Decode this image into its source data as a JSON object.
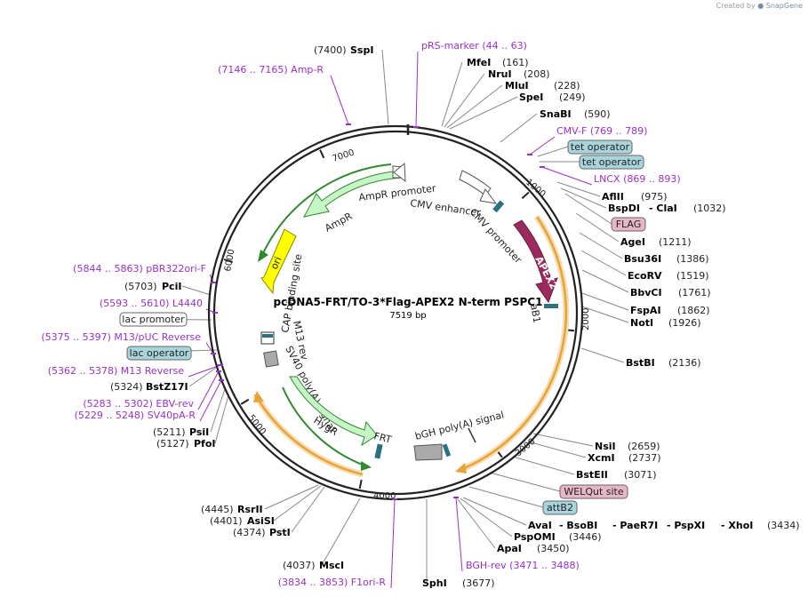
{
  "credit": {
    "prefix": "Created by",
    "brand": "SnapGene"
  },
  "plasmid": {
    "name": "pcDNA5-FRT/TO-3*Flag-APEX2 N-term PSPC1",
    "length": "7519 bp"
  },
  "ticks": [
    "1000",
    "2000",
    "3000",
    "4000",
    "5000",
    "6000",
    "7000"
  ],
  "sites": [
    {
      "name": "SspI",
      "pos": "(7400)"
    },
    {
      "name": "MfeI",
      "pos": "(161)"
    },
    {
      "name": "NruI",
      "pos": "(208)"
    },
    {
      "name": "MluI",
      "pos": "(228)"
    },
    {
      "name": "SpeI",
      "pos": "(249)"
    },
    {
      "name": "SnaBI",
      "pos": "(590)"
    },
    {
      "name": "AflII",
      "pos": "(975)"
    },
    {
      "name": "BspDI",
      "pos": ""
    },
    {
      "name": "- ClaI",
      "pos": "(1032)"
    },
    {
      "name": "AgeI",
      "pos": "(1211)"
    },
    {
      "name": "Bsu36I",
      "pos": "(1386)"
    },
    {
      "name": "EcoRV",
      "pos": "(1519)"
    },
    {
      "name": "BbvCI",
      "pos": "(1761)"
    },
    {
      "name": "FspAI",
      "pos": "(1862)"
    },
    {
      "name": "NotI",
      "pos": "(1926)"
    },
    {
      "name": "BstBI",
      "pos": "(2136)"
    },
    {
      "name": "NsiI",
      "pos": "(2659)"
    },
    {
      "name": "XcmI",
      "pos": "(2737)"
    },
    {
      "name": "BstEII",
      "pos": "(3071)"
    },
    {
      "name": "AvaI",
      "pos": ""
    },
    {
      "name": "- BsoBI",
      "pos": ""
    },
    {
      "name": "- PaeR7I",
      "pos": ""
    },
    {
      "name": "- PspXI",
      "pos": ""
    },
    {
      "name": "- XhoI",
      "pos": "(3434)"
    },
    {
      "name": "PspOMI",
      "pos": "(3446)"
    },
    {
      "name": "ApaI",
      "pos": "(3450)"
    },
    {
      "name": "SphI",
      "pos": "(3677)"
    },
    {
      "name": "MscI",
      "pos": "(4037)"
    },
    {
      "name": "PstI",
      "pos": "(4374)"
    },
    {
      "name": "AsiSI",
      "pos": "(4401)"
    },
    {
      "name": "RsrII",
      "pos": "(4445)"
    },
    {
      "name": "PfoI",
      "pos": "(5127)"
    },
    {
      "name": "PsiI",
      "pos": "(5211)"
    },
    {
      "name": "BstZ17I",
      "pos": "(5324)"
    },
    {
      "name": "PciI",
      "pos": "(5703)"
    }
  ],
  "primers": [
    {
      "name": "pRS-marker",
      "range": "(44 .. 63)"
    },
    {
      "name": "Amp-R",
      "range": "(7146 .. 7165)"
    },
    {
      "name": "CMV-F",
      "range": "(769 .. 789)"
    },
    {
      "name": "LNCX",
      "range": "(869 .. 893)"
    },
    {
      "name": "BGH-rev",
      "range": "(3471 .. 3488)"
    },
    {
      "name": "F1ori-R",
      "range": "(3834 .. 3853)"
    },
    {
      "name": "SV40pA-R",
      "range": "(5229 .. 5248)"
    },
    {
      "name": "EBV-rev",
      "range": "(5283 .. 5302)"
    },
    {
      "name": "M13 Reverse",
      "range": "(5362 .. 5378)"
    },
    {
      "name": "M13/pUC Reverse",
      "range": "(5375 .. 5397)"
    },
    {
      "name": "L4440",
      "range": "(5593 .. 5610)"
    },
    {
      "name": "pBR322ori-F",
      "range": "(5844 .. 5863)"
    }
  ],
  "boxes": [
    {
      "name": "tet operator",
      "color": "#a8d4dc"
    },
    {
      "name": "tet operator",
      "color": "#a8d4dc"
    },
    {
      "name": "FLAG",
      "color": "#e8b7c6"
    },
    {
      "name": "WELQut site",
      "color": "#e8b7c6"
    },
    {
      "name": "attB2",
      "color": "#a8d4dc"
    },
    {
      "name": "lac operator",
      "color": "#a8d4dc"
    },
    {
      "name": "lac promoter",
      "color": "#ffffff"
    }
  ],
  "features": [
    {
      "name": "AmpR promoter"
    },
    {
      "name": "AmpR"
    },
    {
      "name": "CMV enhancer"
    },
    {
      "name": "CMV promoter"
    },
    {
      "name": "APEX2"
    },
    {
      "name": "ori"
    },
    {
      "name": "CAP binding site"
    },
    {
      "name": "M13 rev"
    },
    {
      "name": "SV40 poly(A) signal"
    },
    {
      "name": "HygR"
    },
    {
      "name": "FRT"
    },
    {
      "name": "bGH poly(A) signal"
    },
    {
      "name": "aB1"
    }
  ],
  "colors": {
    "backbone": "#222222",
    "primer": "#9b30c9",
    "amp": "#c8f5c8",
    "amp_edge": "#2f8a2f",
    "apex": "#9b2a5e",
    "ori": "#ffff00",
    "orange": "#e8a33a",
    "teal": "#2d7080"
  }
}
